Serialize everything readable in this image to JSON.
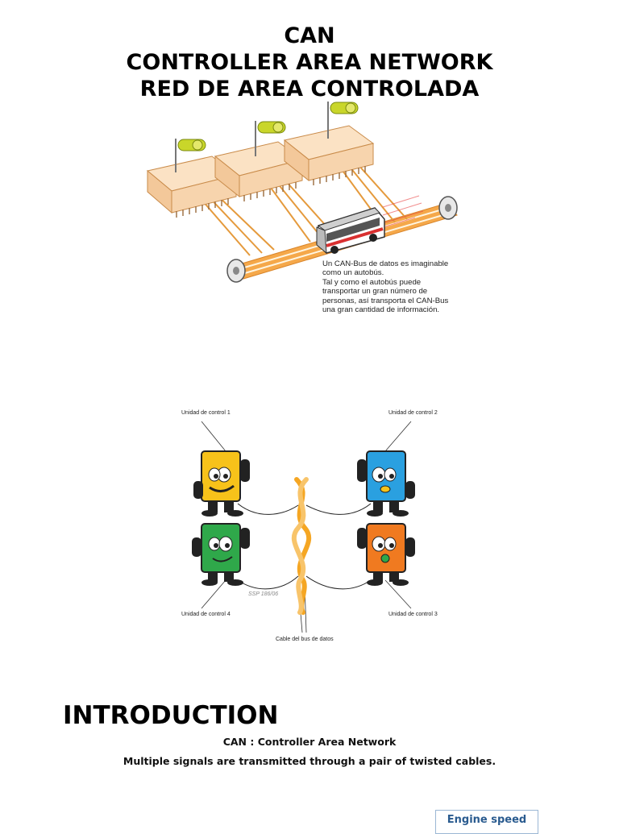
{
  "header": {
    "line1": "CAN",
    "line2": "CONTROLLER AREA NETWORK",
    "line3": "RED DE AREA CONTROLADA"
  },
  "figure1": {
    "caption_lines": [
      "Un CAN-Bus de datos es imaginable",
      "como un autobús.",
      "Tal y como el autobús puede",
      "transportar un gran número de",
      "personas, así transporta el CAN-Bus",
      "una gran cantidad de información."
    ]
  },
  "figure2": {
    "unit1": "Unidad de control 1",
    "unit2": "Unidad de control 2",
    "unit3": "Unidad de control 3",
    "unit4": "Unidad de control 4",
    "cable": "Cable del bus de datos",
    "code": "SSP 186/06",
    "colors": {
      "unit1": "#f7c21a",
      "unit2": "#2aa0e0",
      "unit3": "#f07a20",
      "unit4": "#2fa84a",
      "cable": "#f5a623"
    }
  },
  "intro": {
    "heading": "INTRODUCTION",
    "line1": "CAN : Controller Area Network",
    "line2": "Multiple signals are transmitted through a pair of twisted cables."
  },
  "engine_box": {
    "label": "Engine speed"
  }
}
